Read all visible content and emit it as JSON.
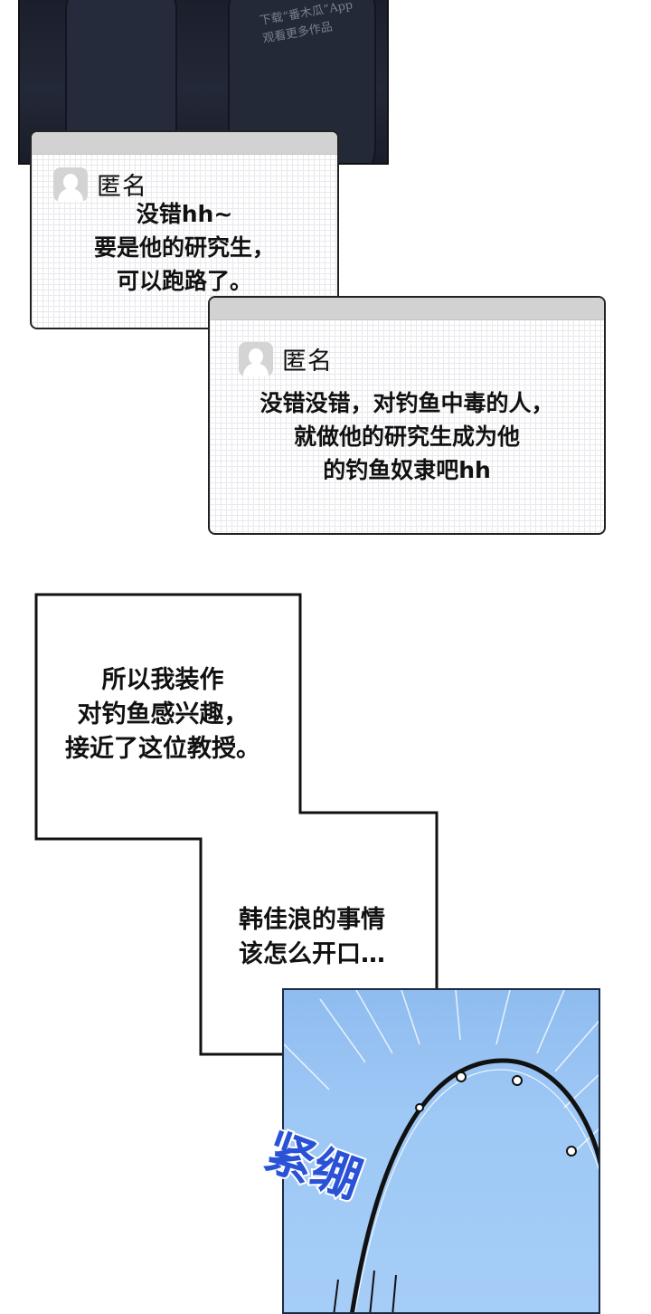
{
  "top_panel": {
    "watermark": [
      "下载“番木瓜”App",
      "观看更多作品"
    ]
  },
  "comments": [
    {
      "username": "匿名",
      "lines": [
        "没错hh~",
        "要是他的研究生，",
        "可以跑路了。"
      ]
    },
    {
      "username": "匿名",
      "lines": [
        "没错没错，对钓鱼中毒的人，",
        "就做他的研究生成为他",
        "的钓鱼奴隶吧hh"
      ]
    }
  ],
  "narration": {
    "box1": [
      "所以我装作",
      "对钓鱼感兴趣，",
      "接近了这位教授。"
    ],
    "box2": [
      "韩佳浪的事情",
      "该怎么开口…"
    ]
  },
  "bottom_panel": {
    "sfx": "紧绷",
    "sfx_color": "#2a52d6"
  }
}
